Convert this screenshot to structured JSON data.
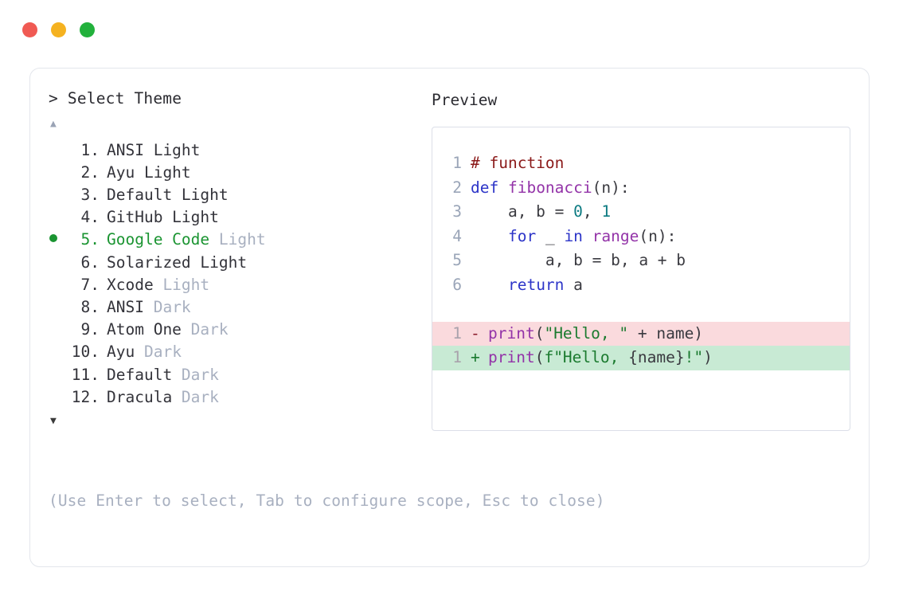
{
  "window": {
    "controls": [
      {
        "name": "close",
        "color": "#F05A53"
      },
      {
        "name": "minimize",
        "color": "#F5B220"
      },
      {
        "name": "maximize",
        "color": "#22B13C"
      }
    ]
  },
  "picker": {
    "prompt": "> Select Theme",
    "scroll_up": "▲",
    "scroll_down": "▼",
    "selected_index": 5,
    "items": [
      {
        "index": "1.",
        "name": "ANSI Light",
        "variant": "",
        "selected": false
      },
      {
        "index": "2.",
        "name": "Ayu Light",
        "variant": "",
        "selected": false
      },
      {
        "index": "3.",
        "name": "Default Light",
        "variant": "",
        "selected": false
      },
      {
        "index": "4.",
        "name": "GitHub Light",
        "variant": "",
        "selected": false
      },
      {
        "index": "5.",
        "name": "Google Code",
        "variant": "Light",
        "selected": true
      },
      {
        "index": "6.",
        "name": "Solarized Light",
        "variant": "",
        "selected": false
      },
      {
        "index": "7.",
        "name": "Xcode",
        "variant": "Light",
        "selected": false
      },
      {
        "index": "8.",
        "name": "ANSI",
        "variant": "Dark",
        "selected": false
      },
      {
        "index": "9.",
        "name": "Atom One",
        "variant": "Dark",
        "selected": false
      },
      {
        "index": "10.",
        "name": "Ayu",
        "variant": "Dark",
        "selected": false
      },
      {
        "index": "11.",
        "name": "Default",
        "variant": "Dark",
        "selected": false
      },
      {
        "index": "12.",
        "name": "Dracula",
        "variant": "Dark",
        "selected": false
      }
    ],
    "hint": "(Use Enter to select, Tab to configure scope, Esc to close)"
  },
  "preview": {
    "label": "Preview",
    "code_lines": [
      {
        "no": "1",
        "segments": [
          {
            "t": "# function",
            "c": "cmt"
          }
        ]
      },
      {
        "no": "2",
        "segments": [
          {
            "t": "def ",
            "c": "kw"
          },
          {
            "t": "fibonacci",
            "c": "fn"
          },
          {
            "t": "(n):",
            "c": "punc"
          }
        ]
      },
      {
        "no": "3",
        "segments": [
          {
            "t": "    a, b = ",
            "c": "pl"
          },
          {
            "t": "0",
            "c": "num"
          },
          {
            "t": ", ",
            "c": "pl"
          },
          {
            "t": "1",
            "c": "num"
          }
        ]
      },
      {
        "no": "4",
        "segments": [
          {
            "t": "    ",
            "c": "pl"
          },
          {
            "t": "for",
            "c": "kw"
          },
          {
            "t": " _ ",
            "c": "pl"
          },
          {
            "t": "in",
            "c": "kw"
          },
          {
            "t": " ",
            "c": "pl"
          },
          {
            "t": "range",
            "c": "fn"
          },
          {
            "t": "(n):",
            "c": "punc"
          }
        ]
      },
      {
        "no": "5",
        "segments": [
          {
            "t": "        a, b = b, a + b",
            "c": "pl"
          }
        ]
      },
      {
        "no": "6",
        "segments": [
          {
            "t": "    ",
            "c": "pl"
          },
          {
            "t": "return",
            "c": "kw"
          },
          {
            "t": " a",
            "c": "pl"
          }
        ]
      }
    ],
    "diff_lines": [
      {
        "no": "1",
        "kind": "del",
        "marker": "-",
        "segments": [
          {
            "t": "print",
            "c": "fn"
          },
          {
            "t": "(",
            "c": "punc"
          },
          {
            "t": "\"Hello, \"",
            "c": "str"
          },
          {
            "t": " + name)",
            "c": "pl"
          }
        ]
      },
      {
        "no": "1",
        "kind": "add",
        "marker": "+",
        "segments": [
          {
            "t": "print",
            "c": "fn"
          },
          {
            "t": "(",
            "c": "punc"
          },
          {
            "t": "f\"Hello, ",
            "c": "str"
          },
          {
            "t": "{name}",
            "c": "pl"
          },
          {
            "t": "!\"",
            "c": "str"
          },
          {
            "t": ")",
            "c": "punc"
          }
        ]
      }
    ]
  },
  "colors": {
    "comment": "#8b1a1a",
    "keyword": "#2d35c8",
    "function": "#9333a8",
    "number": "#0d7b82",
    "string": "#1a7a2e",
    "selected": "#1a9431",
    "muted": "#a8b0c0",
    "diff_removed_bg": "#fadadd",
    "diff_added_bg": "#c8ead4"
  }
}
